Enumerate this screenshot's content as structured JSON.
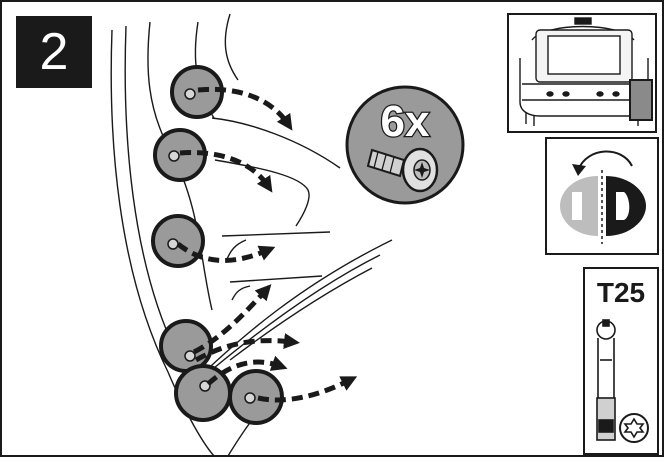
{
  "step": {
    "number": "2"
  },
  "screws_callout": {
    "count": "6x",
    "icon": "torx-screw-icon"
  },
  "tool_panel": {
    "bit_size": "T25",
    "tool_icon": "torque-wrench-icon",
    "bit_icon": "torx-bit-icon"
  },
  "rotation_panel": {
    "icon": "rotate-counterclockwise-icon"
  },
  "locator_panel": {
    "icon": "car-rear-view-icon"
  },
  "colors": {
    "ink": "#1a1a1a",
    "callout_gray": "#9a9a9a",
    "screw_gray": "#b8b8b8",
    "light_gray": "#bdbdbd"
  }
}
